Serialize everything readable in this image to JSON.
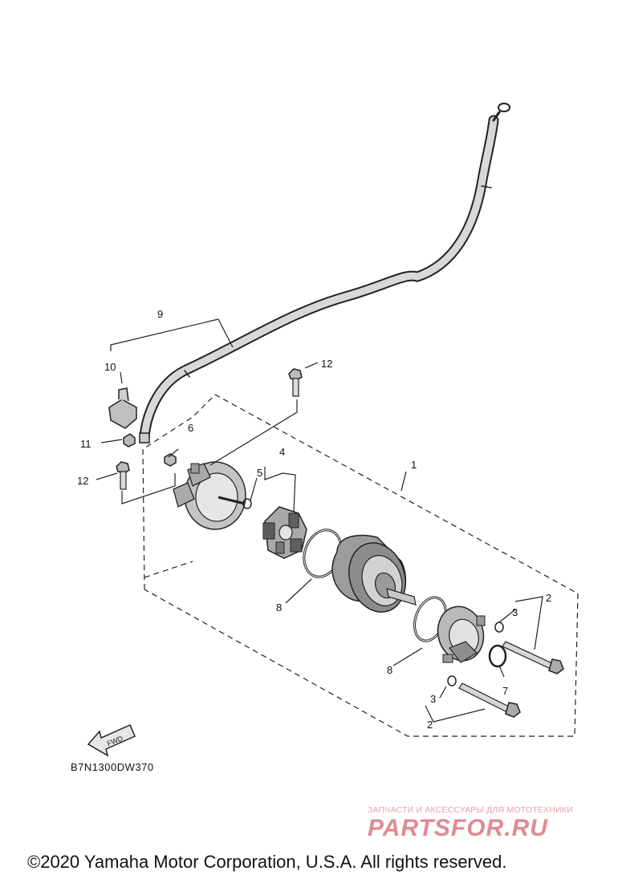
{
  "diagram": {
    "part_labels": {
      "p1": "1",
      "p2a": "2",
      "p2b": "2",
      "p3a": "3",
      "p3b": "3",
      "p4": "4",
      "p5": "5",
      "p6": "6",
      "p7": "7",
      "p8a": "8",
      "p8b": "8",
      "p9": "9",
      "p10": "10",
      "p11": "11",
      "p12a": "12",
      "p12b": "12"
    },
    "fwd_label": "FWD",
    "diagram_code": "B7N1300DW370"
  },
  "watermark": {
    "tagline": "ЗАПЧАСТИ И АКСЕССУАРЫ ДЛЯ МОТОТЕХНИКИ",
    "logo": "PARTSFOR.RU"
  },
  "footer": {
    "copyright": "©2020 Yamaha Motor Corporation, U.S.A. All rights reserved."
  },
  "colors": {
    "line": "#222222",
    "fill_light": "#dcdcdc",
    "fill_mid": "#b9b9b9",
    "fill_dark": "#8a8a8a",
    "watermark": "#e08a91"
  }
}
